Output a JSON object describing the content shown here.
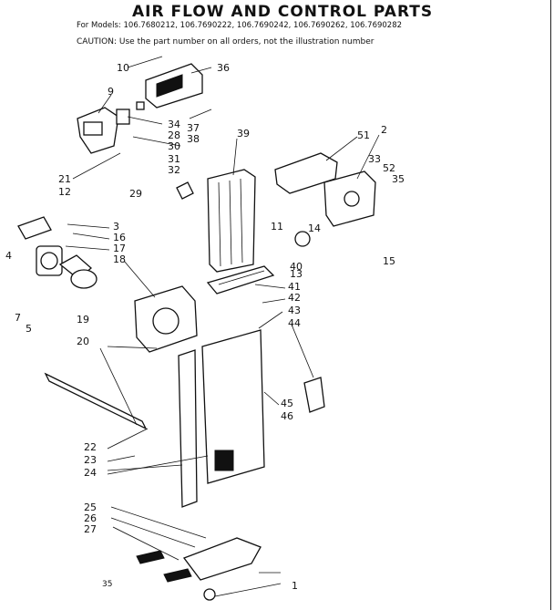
{
  "header": {
    "title": "AIR FLOW AND CONTROL PARTS",
    "models": "For Models: 106.7680212, 106.7690222, 106.7690242, 106.7690262, 106.7690282",
    "caution": "CAUTION: Use the part number on all orders, not the illustration number"
  },
  "footer": {
    "page": "35"
  },
  "callouts": [
    "10",
    "36",
    "9",
    "34",
    "28",
    "37",
    "38",
    "30",
    "31",
    "32",
    "29",
    "21",
    "12",
    "39",
    "51",
    "2",
    "33",
    "52",
    "35",
    "11",
    "14",
    "40",
    "13",
    "15",
    "3",
    "16",
    "17",
    "18",
    "4",
    "41",
    "42",
    "43",
    "44",
    "19",
    "20",
    "5",
    "7",
    "45",
    "46",
    "22",
    "23",
    "24",
    "25",
    "26",
    "27",
    "1"
  ]
}
